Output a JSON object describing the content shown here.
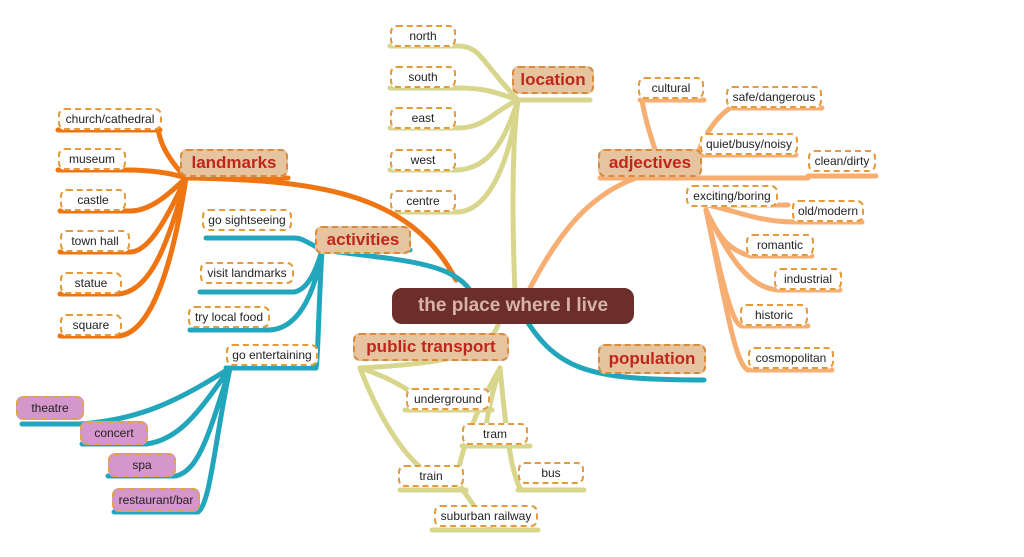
{
  "title": "the place where I live",
  "colors": {
    "location": "#d8d68c",
    "adjectives": "#f7ae73",
    "landmarks": "#ef7513",
    "activities": "#22a6bb",
    "transport": "#d8d68c",
    "population": "#22a6bb",
    "node_border": "#e39b3c",
    "main_fill": "#e6c4a0",
    "main_text": "#c0271c",
    "leisure_fill": "#d596cc",
    "root_fill": "#6b2e2a"
  },
  "branches": {
    "location": {
      "label": "location",
      "items": [
        "north",
        "south",
        "east",
        "west",
        "centre"
      ]
    },
    "adjectives": {
      "label": "adjectives",
      "items": [
        "cultural",
        "safe/dangerous",
        "quiet/busy/noisy",
        "clean/dirty",
        "exciting/boring",
        "old/modern",
        "romantic",
        "industrial",
        "historic",
        "cosmopolitan"
      ]
    },
    "landmarks": {
      "label": "landmarks",
      "items": [
        "church/cathedral",
        "museum",
        "castle",
        "town hall",
        "statue",
        "square"
      ]
    },
    "activities": {
      "label": "activities",
      "items": [
        "go sightseeing",
        "visit landmarks",
        "try local food",
        "go entertaining"
      ]
    },
    "entertainment": {
      "items": [
        "theatre",
        "concert",
        "spa",
        "restaurant/bar"
      ]
    },
    "transport": {
      "label": "public transport",
      "items": [
        "underground",
        "tram",
        "train",
        "bus",
        "suburban railway"
      ]
    },
    "population": {
      "label": "population"
    }
  }
}
